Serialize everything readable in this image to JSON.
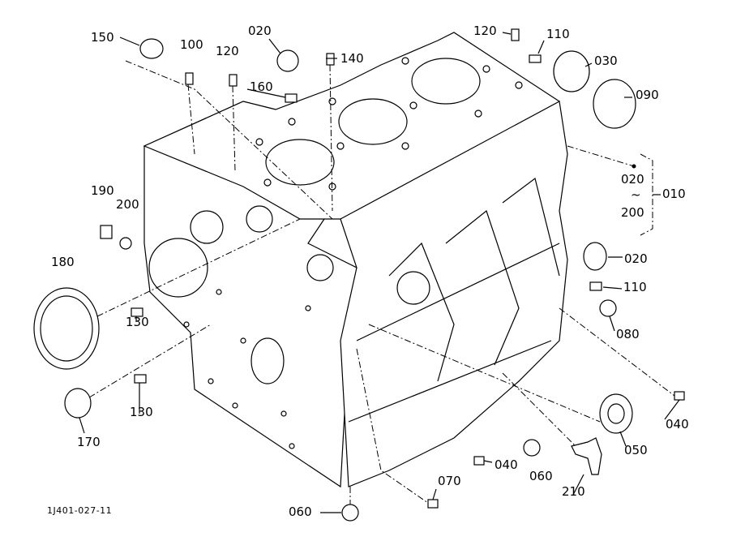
{
  "diagram_code": "1J401-027-11",
  "labels": {
    "p150": "150",
    "p100": "100",
    "p120a": "120",
    "p020a": "020",
    "p140": "140",
    "p120b": "120",
    "p110a": "110",
    "p030": "030",
    "p090": "090",
    "p160": "160",
    "group_from": "020",
    "group_tilde": "~",
    "group_to": "200",
    "p010": "010",
    "p190": "190",
    "p200": "200",
    "p180": "180",
    "p020b": "020",
    "p110b": "110",
    "p080": "080",
    "p130a": "130",
    "p130b": "130",
    "p170": "170",
    "p040a": "040",
    "p050": "050",
    "p040b": "040",
    "p060a": "060",
    "p070": "070",
    "p210": "210",
    "p060b": "060"
  }
}
